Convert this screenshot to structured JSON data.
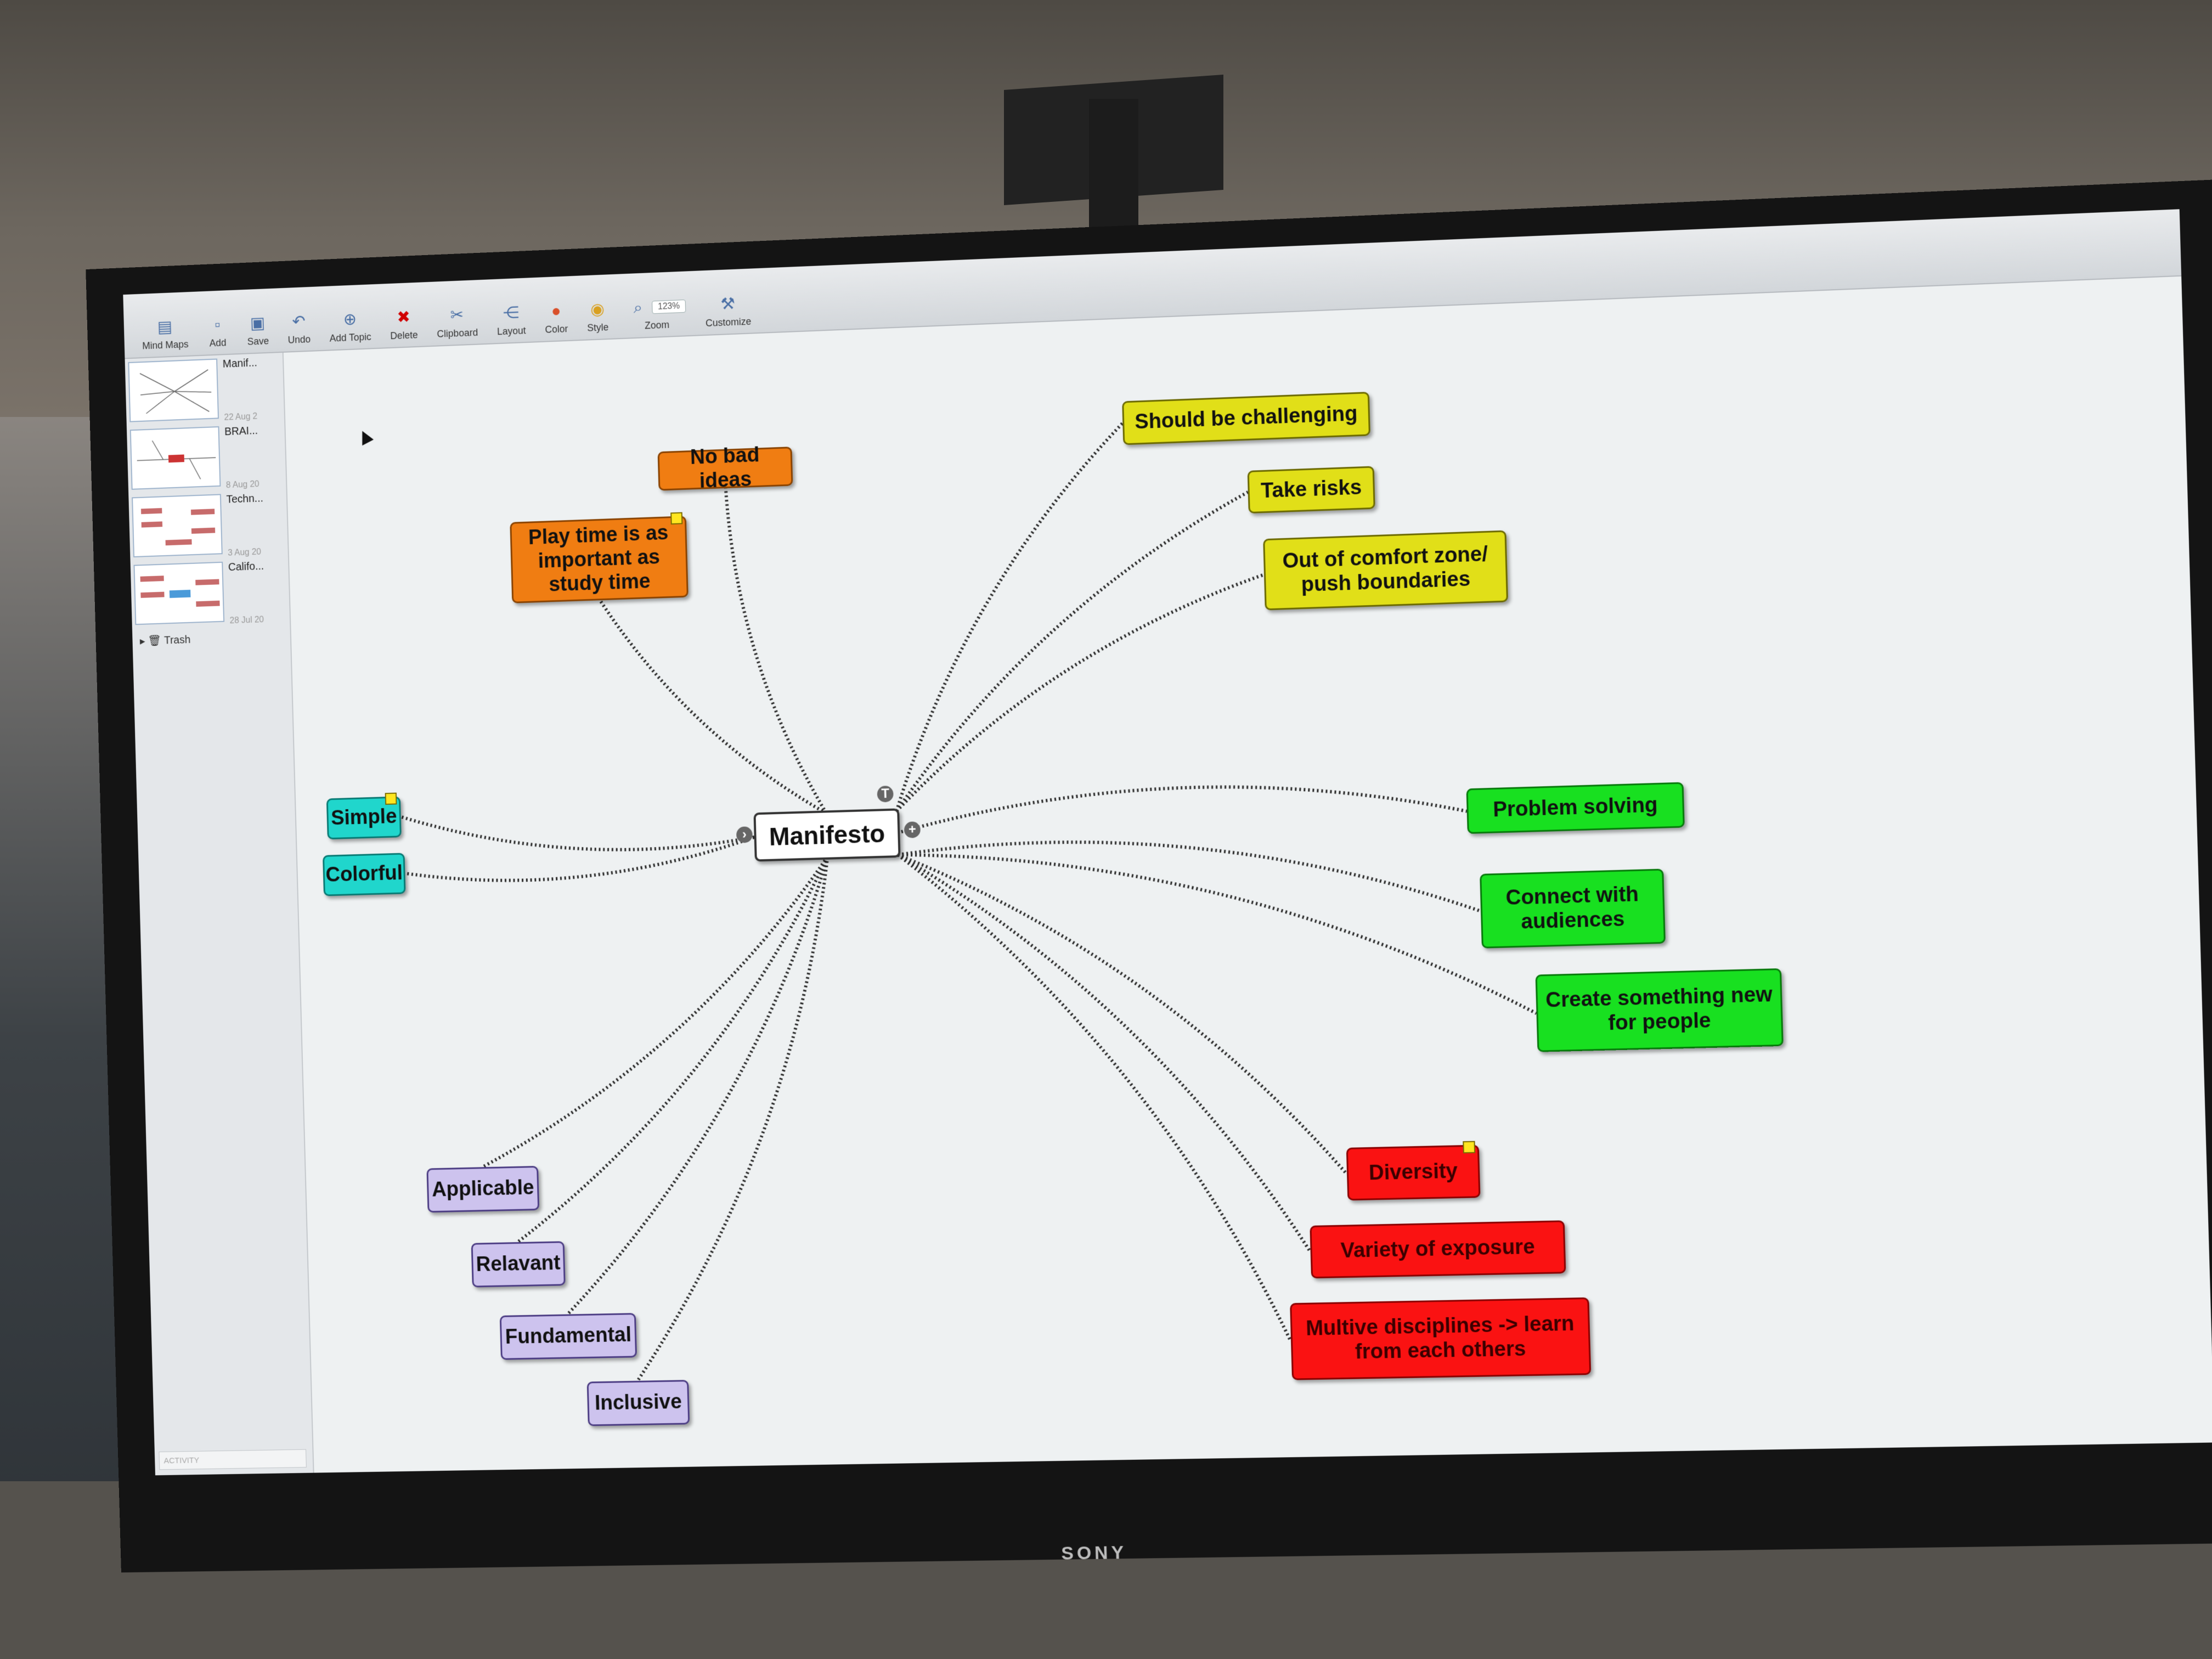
{
  "toolbar": {
    "buttons": [
      {
        "label": "Mind Maps",
        "icon": "mind-maps-icon"
      },
      {
        "label": "Add",
        "icon": "add-icon"
      },
      {
        "label": "Save",
        "icon": "save-icon"
      },
      {
        "label": "Undo",
        "icon": "undo-icon"
      },
      {
        "label": "Add Topic",
        "icon": "add-topic-icon"
      },
      {
        "label": "Delete",
        "icon": "delete-icon"
      },
      {
        "label": "Clipboard",
        "icon": "clipboard-icon"
      },
      {
        "label": "Layout",
        "icon": "layout-icon"
      },
      {
        "label": "Color",
        "icon": "color-icon"
      },
      {
        "label": "Style",
        "icon": "style-icon"
      },
      {
        "label": "Zoom",
        "icon": "zoom-icon",
        "value": "123%"
      },
      {
        "label": "Customize",
        "icon": "customize-icon"
      }
    ]
  },
  "sidebar": {
    "maps": [
      {
        "name": "Manif...",
        "date": "22 Aug 2"
      },
      {
        "name": "BRAI...",
        "date": "8 Aug 20"
      },
      {
        "name": "Techn...",
        "date": "3 Aug 20"
      },
      {
        "name": "Califo...",
        "date": "28 Jul 20"
      }
    ],
    "trash_label": "Trash",
    "activity_label": "ACTIVITY"
  },
  "mindmap": {
    "root": "Manifesto",
    "orange": [
      "No bad ideas",
      "Play time is as important as study time"
    ],
    "yellow": [
      "Should be challenging",
      "Take risks",
      "Out of comfort zone/ push boundaries"
    ],
    "green": [
      "Problem solving",
      "Connect with audiences",
      "Create something new for people"
    ],
    "red": [
      "Diversity",
      "Variety of exposure",
      "Multive disciplines -> learn from each others"
    ],
    "cyan": [
      "Simple",
      "Colorful"
    ],
    "purple": [
      "Applicable",
      "Relavant",
      "Fundamental",
      "Inclusive"
    ]
  },
  "colors": {
    "orange": "#f07d12",
    "yellow": "#e1df18",
    "green": "#18e020",
    "red": "#fa1212",
    "cyan": "#20d6cc",
    "purple": "#cdc3ee"
  },
  "device": {
    "brand": "SONY"
  }
}
